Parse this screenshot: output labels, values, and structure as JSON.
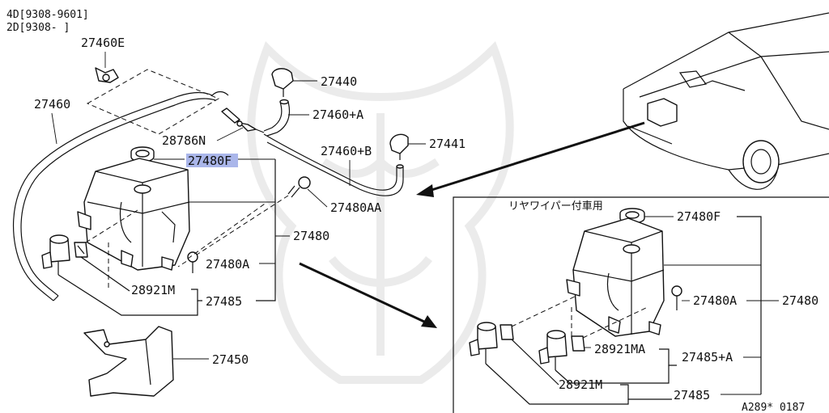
{
  "applicability": {
    "line1": "4D[9308-9601]",
    "line2": "2D[9308-    ]"
  },
  "main_callouts": {
    "p27460E": "27460E",
    "p27460": "27460",
    "p27440": "27440",
    "p27460A": "27460+A",
    "p28786N": "28786N",
    "p27460B": "27460+B",
    "p27441": "27441",
    "p27480F": "27480F",
    "p27480AA": "27480AA",
    "p27480": "27480",
    "p27480A": "27480A",
    "p28921M": "28921M",
    "p27485": "27485",
    "p27450": "27450"
  },
  "inset": {
    "heading": "リヤワイパー付車用",
    "p27480F": "27480F",
    "p27480A": "27480A",
    "p27480": "27480",
    "p28921MA": "28921MA",
    "p27485A": "27485+A",
    "p28921M": "28921M",
    "p27485": "27485"
  },
  "diagram_code": "A289* 0187",
  "colors": {
    "highlight": "#aab6ea",
    "ink": "#111111",
    "watermark": "#e9e9e9"
  }
}
